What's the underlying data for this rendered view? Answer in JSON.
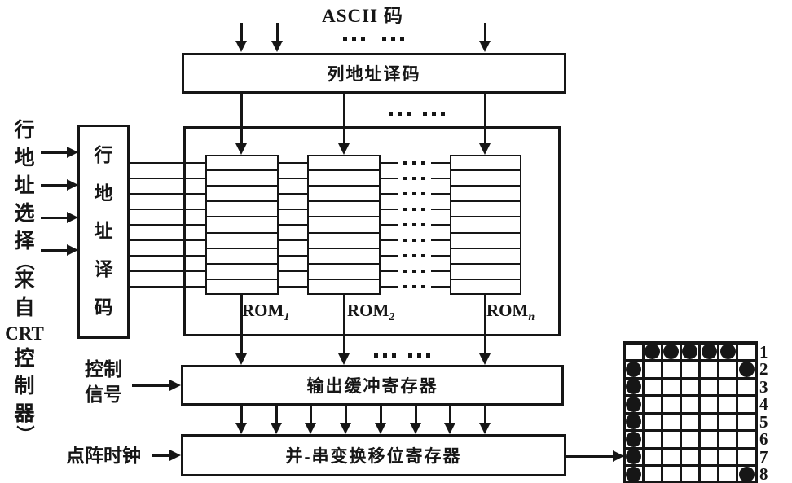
{
  "title": "ASCII 码",
  "boxes": {
    "column_decoder": "列地址译码",
    "row_decoder": "行地址译码",
    "output_buffer": "输出缓冲寄存器",
    "shift_register": "并-串变换移位寄存器"
  },
  "left_caption": {
    "upper": "行地址选择",
    "paren_open": "（",
    "middle": "来自",
    "crt": "CRT",
    "lower": "控制器",
    "paren_close": "）"
  },
  "labels": {
    "control_signal_lines": [
      "控制",
      "信号"
    ],
    "dot_clock": "点阵时钟"
  },
  "rom_array": {
    "labels": [
      {
        "name": "ROM",
        "sub": "1"
      },
      {
        "name": "ROM",
        "sub": "2"
      },
      {
        "name": "ROM",
        "sub": "n"
      }
    ],
    "visible_roms": 3,
    "cells_per_rom": 9,
    "row_lines": 9
  },
  "ellipsis_mark": "… …",
  "dot_matrix": {
    "rows": 8,
    "cols": 7,
    "row_labels": [
      "1",
      "2",
      "3",
      "4",
      "5",
      "6",
      "7",
      "8"
    ],
    "filled_cells": [
      [
        1,
        2
      ],
      [
        1,
        3
      ],
      [
        1,
        4
      ],
      [
        1,
        5
      ],
      [
        1,
        6
      ],
      [
        2,
        1
      ],
      [
        2,
        7
      ],
      [
        3,
        1
      ],
      [
        4,
        1
      ],
      [
        5,
        1
      ],
      [
        6,
        1
      ],
      [
        7,
        1
      ],
      [
        8,
        1
      ],
      [
        8,
        7
      ]
    ]
  },
  "colors": {
    "ink": "#161616",
    "background": "#ffffff"
  }
}
